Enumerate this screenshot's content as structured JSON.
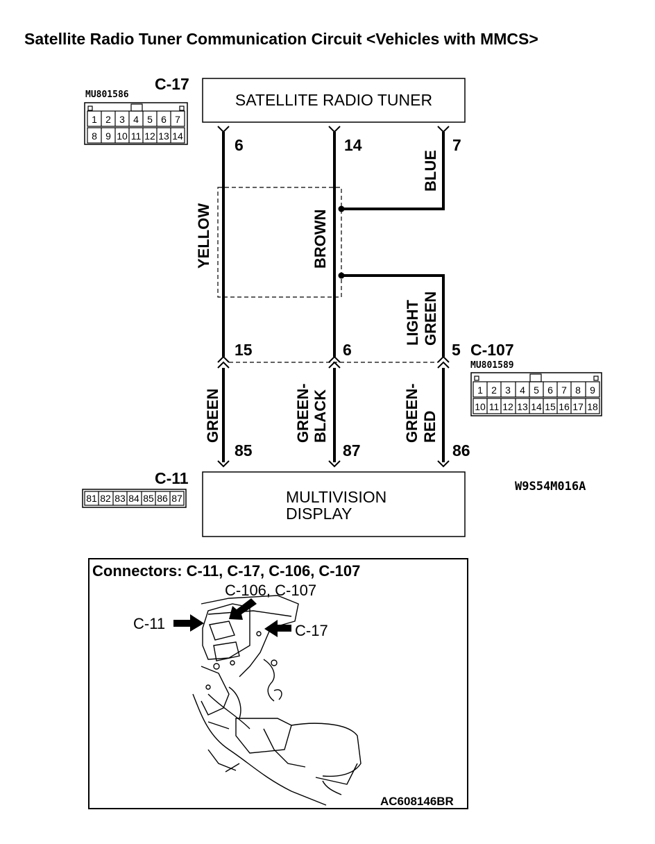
{
  "title": "Satellite Radio Tuner Communication Circuit <Vehicles with MMCS>",
  "components": {
    "tuner": {
      "label": "SATELLITE RADIO TUNER",
      "connector": "C-17",
      "part_number": "MU801586"
    },
    "display": {
      "label_line1": "MULTIVISION",
      "label_line2": "DISPLAY",
      "connector": "C-11"
    },
    "junction": {
      "connector": "C-107",
      "part_number": "MU801589"
    }
  },
  "pins": {
    "tuner_a": "6",
    "tuner_b": "14",
    "tuner_c": "7",
    "junction_a": "15",
    "junction_b": "6",
    "junction_c": "5",
    "display_a": "85",
    "display_b": "87",
    "display_c": "86"
  },
  "wires": {
    "yellow": "YELLOW",
    "brown": "BROWN",
    "blue": "BLUE",
    "light_green_1": "LIGHT",
    "light_green_2": "GREEN",
    "green": "GREEN",
    "green_black_1": "GREEN-",
    "green_black_2": "BLACK",
    "green_red_1": "GREEN-",
    "green_red_2": "RED"
  },
  "connector_c17": {
    "row1": [
      "1",
      "2",
      "3",
      "4",
      "5",
      "6",
      "7"
    ],
    "row2": [
      "8",
      "9",
      "10",
      "11",
      "12",
      "13",
      "14"
    ]
  },
  "connector_c107": {
    "row1": [
      "1",
      "2",
      "3",
      "4",
      "5",
      "6",
      "7",
      "8",
      "9"
    ],
    "row2": [
      "10",
      "11",
      "12",
      "13",
      "14",
      "15",
      "16",
      "17",
      "18"
    ]
  },
  "connector_c11": {
    "row1": [
      "81",
      "82",
      "83",
      "84",
      "85",
      "86",
      "87"
    ]
  },
  "diagram_code": "W9S54M016A",
  "photo": {
    "title": "Connectors: C-11, C-17, C-106, C-107",
    "label_top": "C-106, C-107",
    "label_left": "C-11",
    "label_right": "C-17",
    "code": "AC608146BR"
  }
}
